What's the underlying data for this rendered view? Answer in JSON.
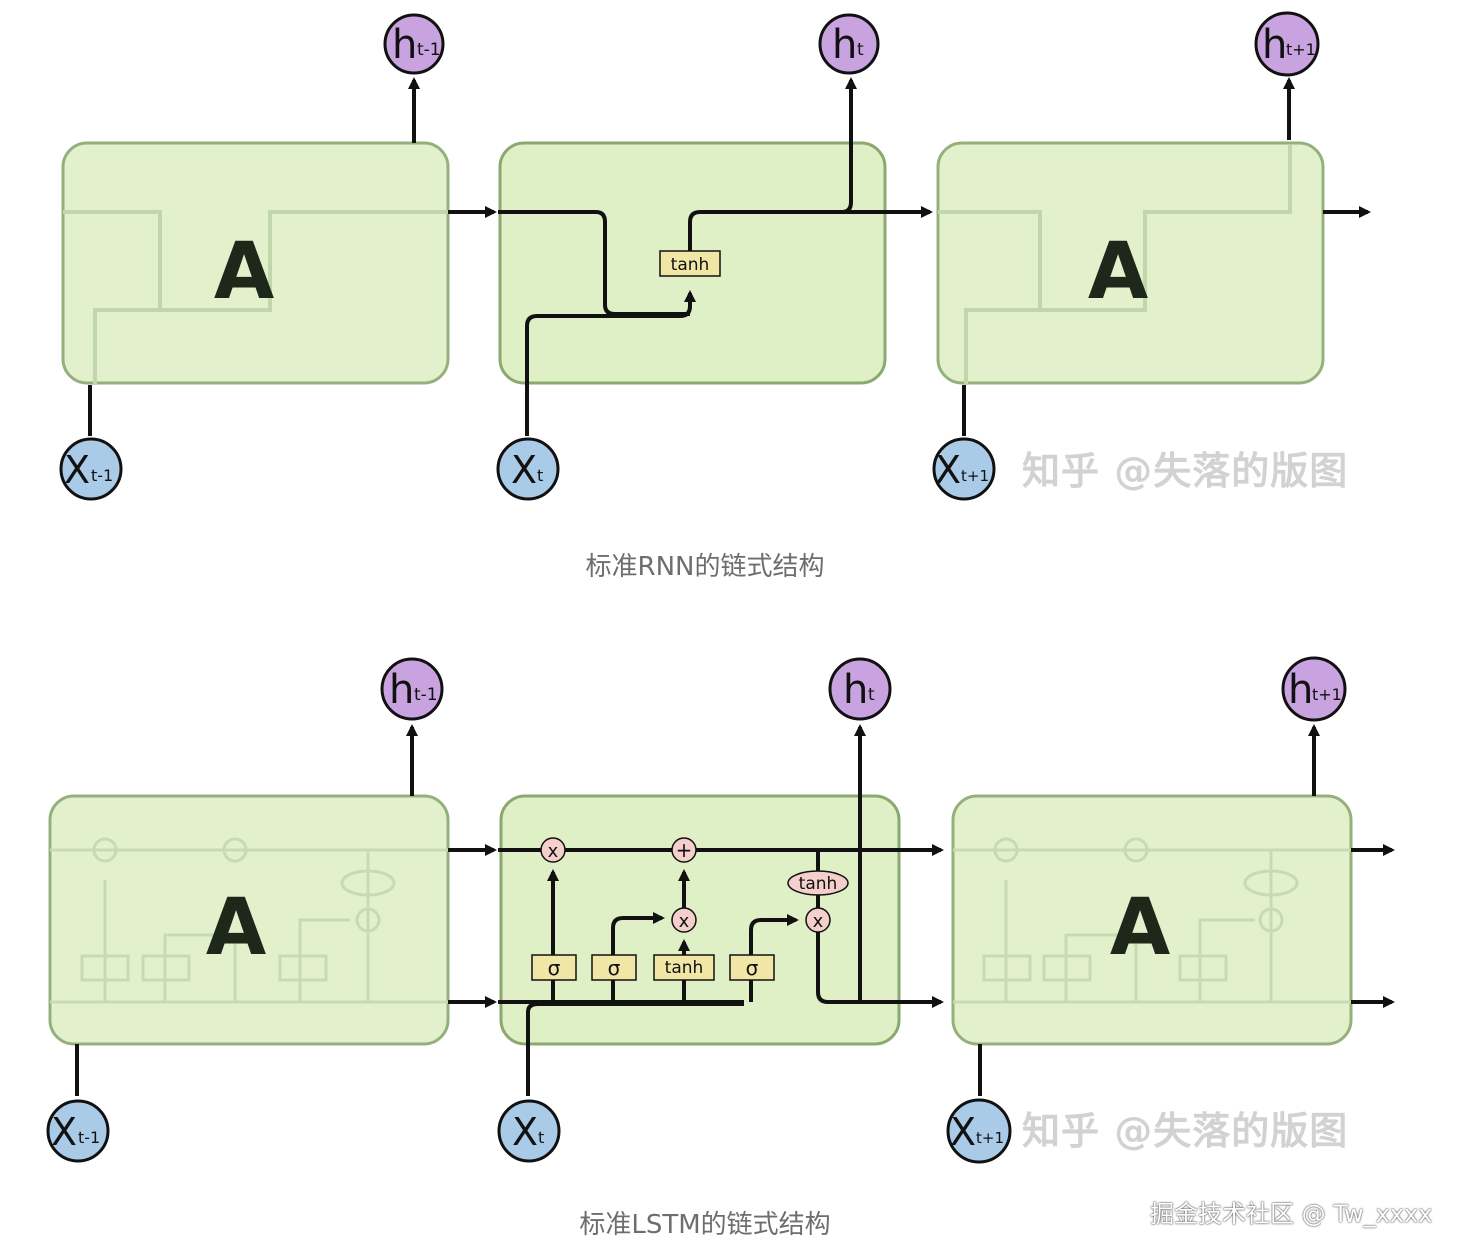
{
  "colors": {
    "cell_fill": "#dff0c6",
    "cell_stroke": "#8aa870",
    "h_node": "#c9a3df",
    "x_node": "#a9cbe8",
    "layer": "#f2e6a6",
    "pointwise": "#f5cfcb"
  },
  "rnn": {
    "caption": "标准RNN的链式结构",
    "cell_label": "A",
    "outputs": [
      {
        "base": "h",
        "sub": "t-1"
      },
      {
        "base": "h",
        "sub": "t"
      },
      {
        "base": "h",
        "sub": "t+1"
      }
    ],
    "inputs": [
      {
        "base": "X",
        "sub": "t-1"
      },
      {
        "base": "X",
        "sub": "t"
      },
      {
        "base": "X",
        "sub": "t+1"
      }
    ],
    "layer": "tanh",
    "watermark": "知乎 @失落的版图"
  },
  "lstm": {
    "caption": "标准LSTM的链式结构",
    "cell_label": "A",
    "outputs": [
      {
        "base": "h",
        "sub": "t-1"
      },
      {
        "base": "h",
        "sub": "t"
      },
      {
        "base": "h",
        "sub": "t+1"
      }
    ],
    "inputs": [
      {
        "base": "X",
        "sub": "t-1"
      },
      {
        "base": "X",
        "sub": "t"
      },
      {
        "base": "X",
        "sub": "t+1"
      }
    ],
    "layers": [
      "σ",
      "σ",
      "tanh",
      "σ"
    ],
    "pointwise_ops": [
      "x",
      "+",
      "x",
      "x"
    ],
    "tanh_op": "tanh",
    "watermark": "知乎 @失落的版图"
  },
  "footer_watermark": "掘金技术社区 @ Tw_xxxx"
}
